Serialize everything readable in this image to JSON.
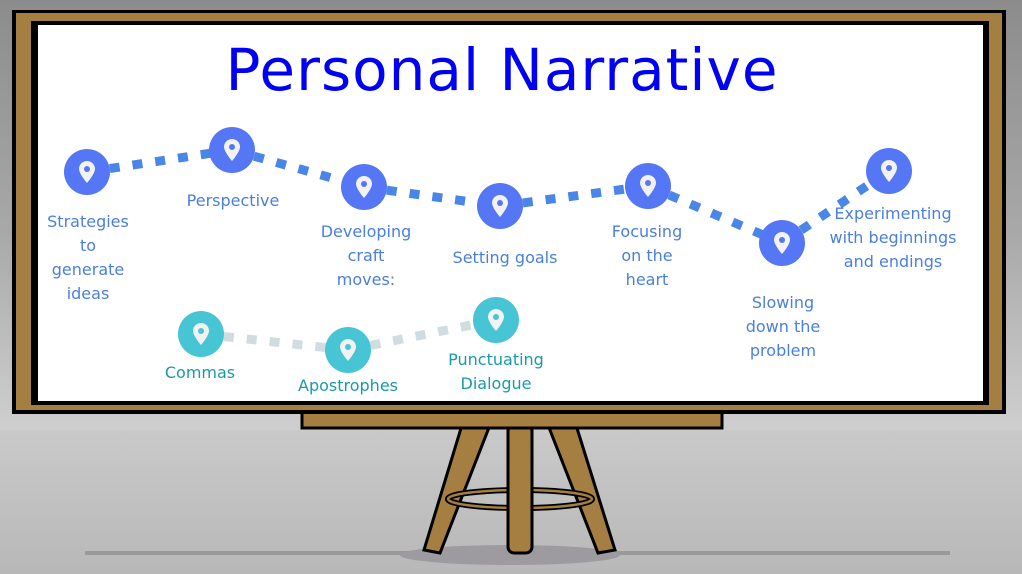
{
  "title": "Personal Narrative",
  "colors": {
    "title": "#0000f5",
    "pin_blue": "#5577f5",
    "pin_teal": "#47c5d5",
    "dots_blue": "#4a86e8",
    "dots_teal": "#cfdde0",
    "wood": "#a57e42"
  },
  "main_path": [
    {
      "lines": [
        "Strategies",
        "to",
        "generate",
        "ideas"
      ]
    },
    {
      "lines": [
        "Perspective"
      ]
    },
    {
      "lines": [
        "Developing",
        "craft",
        "moves:"
      ]
    },
    {
      "lines": [
        "Setting goals"
      ]
    },
    {
      "lines": [
        "Focusing",
        "on the",
        "heart"
      ]
    },
    {
      "lines": [
        "Slowing",
        "down the",
        "problem"
      ]
    },
    {
      "lines": [
        "Experimenting",
        "with beginnings",
        "and endings"
      ]
    }
  ],
  "sub_path": [
    {
      "lines": [
        "Commas"
      ]
    },
    {
      "lines": [
        "Apostrophes"
      ]
    },
    {
      "lines": [
        "Punctuating",
        "Dialogue"
      ]
    }
  ]
}
